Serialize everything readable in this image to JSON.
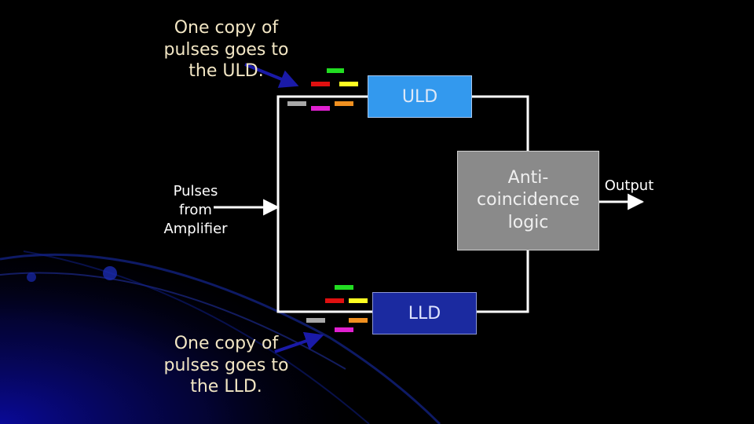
{
  "annotations": {
    "uld_note": [
      "One copy of",
      "pulses goes to",
      "the ULD."
    ],
    "lld_note": [
      "One copy of",
      "pulses goes to",
      "the LLD."
    ],
    "input_label": [
      "Pulses",
      "from",
      "Amplifier"
    ],
    "output_label": "Output"
  },
  "blocks": {
    "uld": "ULD",
    "lld": "LLD",
    "anticoincidence": [
      "Anti-",
      "coincidence",
      "logic"
    ]
  },
  "colors": {
    "background": "#000000",
    "wire": "#ffffff",
    "arrow": "#1a1aa8",
    "uld_fill": "#3399ee",
    "lld_fill": "#1b2aa0",
    "logic_fill": "#8a8a8a",
    "pulse_green": "#22dd22",
    "pulse_red": "#e01010",
    "pulse_yellow": "#ffff22",
    "pulse_gray": "#a8a8a8",
    "pulse_magenta": "#e020d0",
    "pulse_orange": "#f09020"
  }
}
